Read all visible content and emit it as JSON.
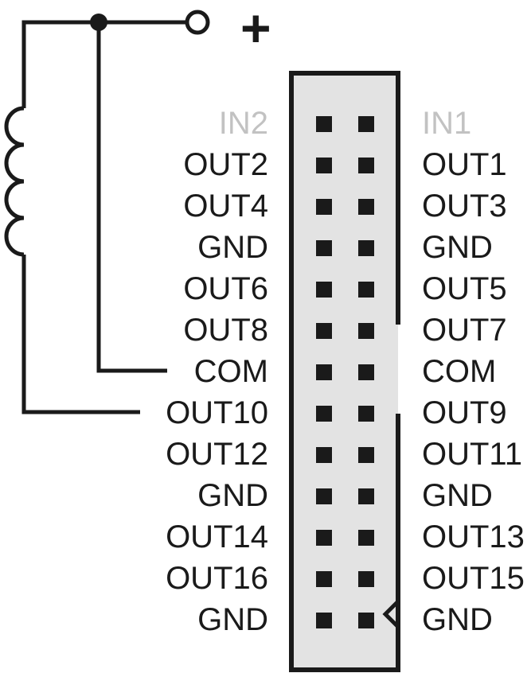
{
  "supply_sign": "+",
  "colors": {
    "ink": "#1a1a1a",
    "connector_fill": "#e3e3e3",
    "dim_label": "#c2c2c2"
  },
  "connector": {
    "left_labels": [
      "IN2",
      "OUT2",
      "OUT4",
      "GND",
      "OUT6",
      "OUT8",
      "COM",
      "OUT10",
      "OUT12",
      "GND",
      "OUT14",
      "OUT16",
      "GND"
    ],
    "right_labels": [
      "IN1",
      "OUT1",
      "OUT3",
      "GND",
      "OUT5",
      "OUT7",
      "COM",
      "OUT9",
      "OUT11",
      "GND",
      "OUT13",
      "OUT15",
      "GND"
    ]
  }
}
